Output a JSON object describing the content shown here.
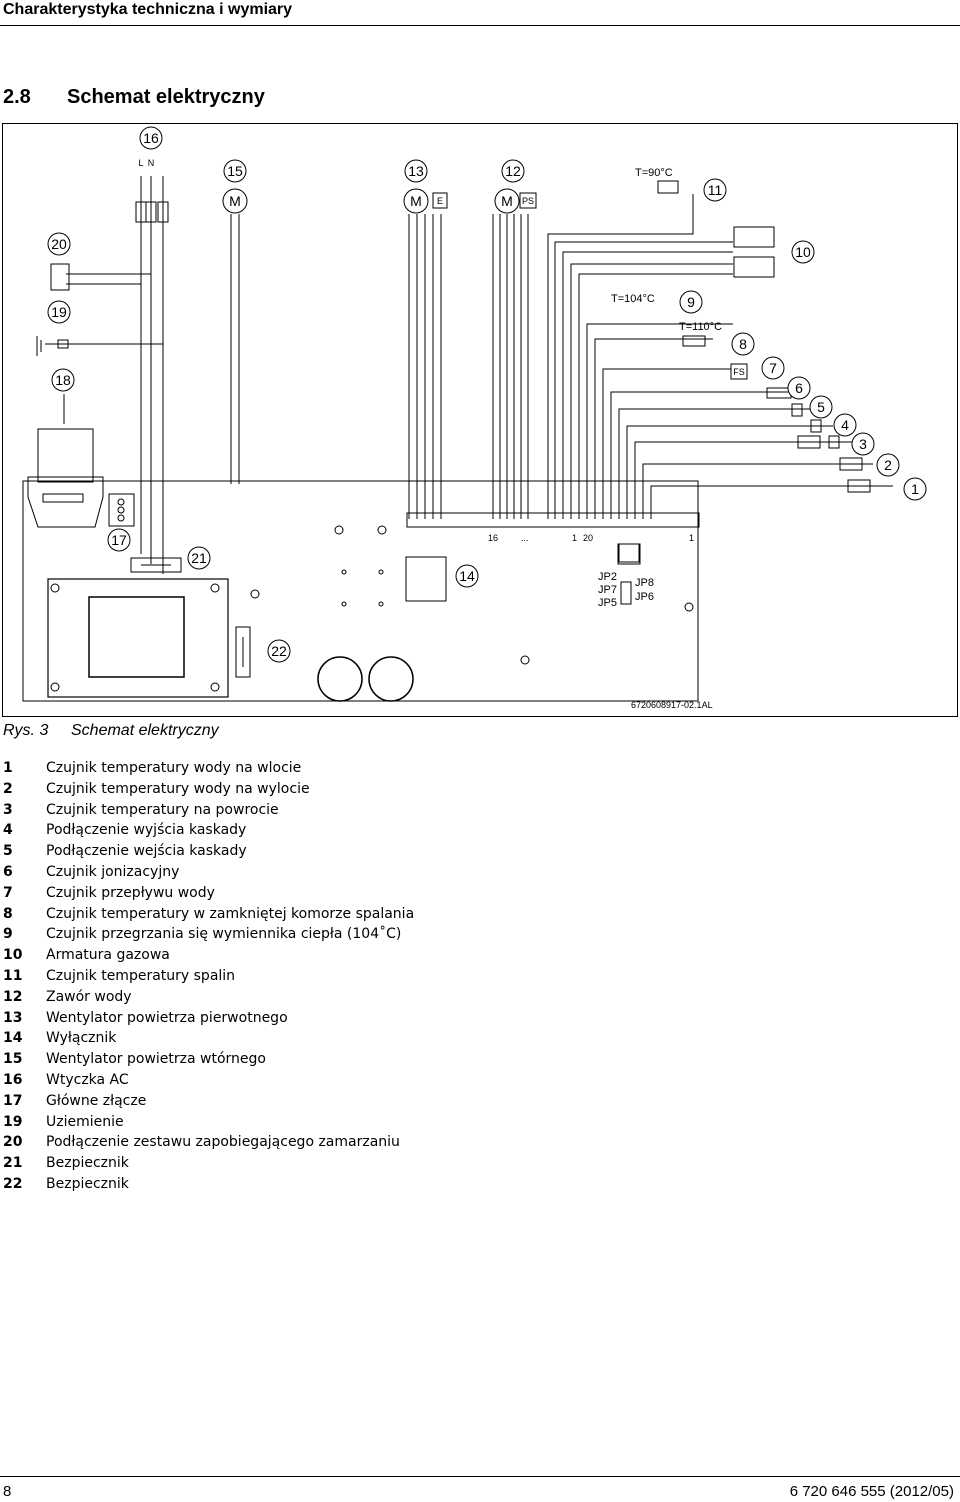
{
  "header": {
    "title": "Charakterystyka techniczna i wymiary"
  },
  "section": {
    "number": "2.8",
    "title": "Schemat elektryczny"
  },
  "diagram": {
    "callouts": [
      "1",
      "2",
      "3",
      "4",
      "5",
      "6",
      "7",
      "8",
      "9",
      "10",
      "11",
      "12",
      "13",
      "14",
      "15",
      "16",
      "17",
      "18",
      "19",
      "20",
      "21",
      "22"
    ],
    "labels": {
      "L": "L",
      "N": "N",
      "M": "M",
      "E": "E",
      "PS": "PS",
      "FS": "FS",
      "t90": "T=90°C",
      "t104": "T=104°C",
      "t110": "T=110°C",
      "conn16": "16",
      "conn_dots": "...",
      "conn1a": "1",
      "conn20": "20",
      "conn1b": "1",
      "jp2": "JP2",
      "jp7": "JP7",
      "jp5": "JP5",
      "jp8": "JP8",
      "jp6": "JP6",
      "code": "6720608917-02.1AL"
    }
  },
  "caption": {
    "label": "Rys. 3",
    "text": "Schemat elektryczny"
  },
  "legend": [
    {
      "num": "1",
      "text": "Czujnik temperatury wody na wlocie"
    },
    {
      "num": "2",
      "text": "Czujnik temperatury wody na wylocie"
    },
    {
      "num": "3",
      "text": "Czujnik temperatury na powrocie"
    },
    {
      "num": "4",
      "text": "Podłączenie wyjścia kaskady"
    },
    {
      "num": "5",
      "text": "Podłączenie wejścia kaskady"
    },
    {
      "num": "6",
      "text": "Czujnik jonizacyjny"
    },
    {
      "num": "7",
      "text": "Czujnik przepływu wody"
    },
    {
      "num": "8",
      "text": "Czujnik temperatury w zamkniętej komorze spalania"
    },
    {
      "num": "9",
      "text": "Czujnik przegrzania się wymiennika ciepła (104˚C)"
    },
    {
      "num": "10",
      "text": "Armatura gazowa"
    },
    {
      "num": "11",
      "text": "Czujnik temperatury spalin"
    },
    {
      "num": "12",
      "text": "Zawór wody"
    },
    {
      "num": "13",
      "text": "Wentylator powietrza pierwotnego"
    },
    {
      "num": "14",
      "text": "Wyłącznik"
    },
    {
      "num": "15",
      "text": "Wentylator powietrza wtórnego"
    },
    {
      "num": "16",
      "text": "Wtyczka AC"
    },
    {
      "num": "17",
      "text": "Główne złącze"
    },
    {
      "num": "19",
      "text": "Uziemienie"
    },
    {
      "num": "20",
      "text": "Podłączenie zestawu zapobiegającego zamarzaniu"
    },
    {
      "num": "21",
      "text": "Bezpiecznik"
    },
    {
      "num": "22",
      "text": "Bezpiecznik"
    }
  ],
  "footer": {
    "page": "8",
    "doc": "6 720 646 555 (2012/05)"
  }
}
